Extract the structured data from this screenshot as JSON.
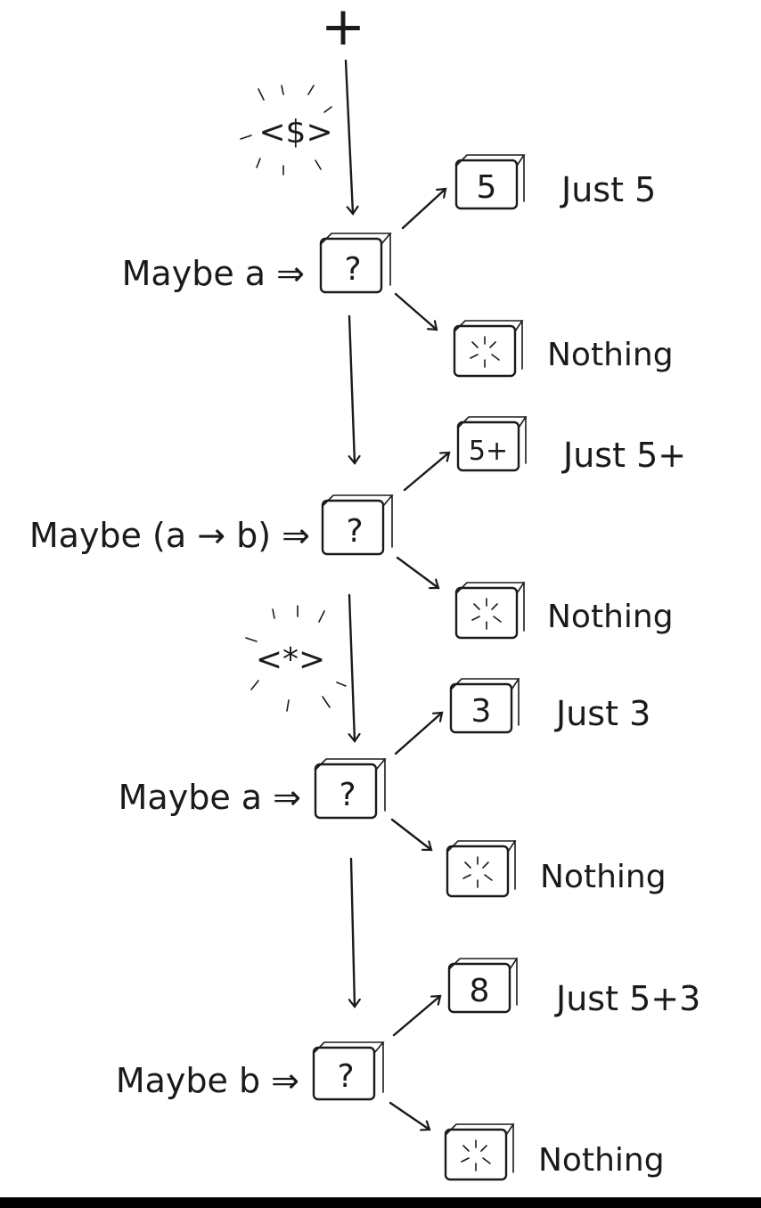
{
  "top_symbol": "+",
  "operators": {
    "fmap": "<$>",
    "apply": "<*>"
  },
  "rows": [
    {
      "type_label": "Maybe a ⇒",
      "box_symbol": "?",
      "just_box": "5",
      "just_label": "Just 5",
      "nothing_label": "Nothing"
    },
    {
      "type_label": "Maybe (a → b) ⇒",
      "box_symbol": "?",
      "just_box": "5+",
      "just_label": "Just 5+",
      "nothing_label": "Nothing"
    },
    {
      "type_label": "Maybe a ⇒",
      "box_symbol": "?",
      "just_box": "3",
      "just_label": "Just 3",
      "nothing_label": "Nothing"
    },
    {
      "type_label": "Maybe b ⇒",
      "box_symbol": "?",
      "just_box": "8",
      "just_label": "Just 5+3",
      "nothing_label": "Nothing"
    }
  ]
}
